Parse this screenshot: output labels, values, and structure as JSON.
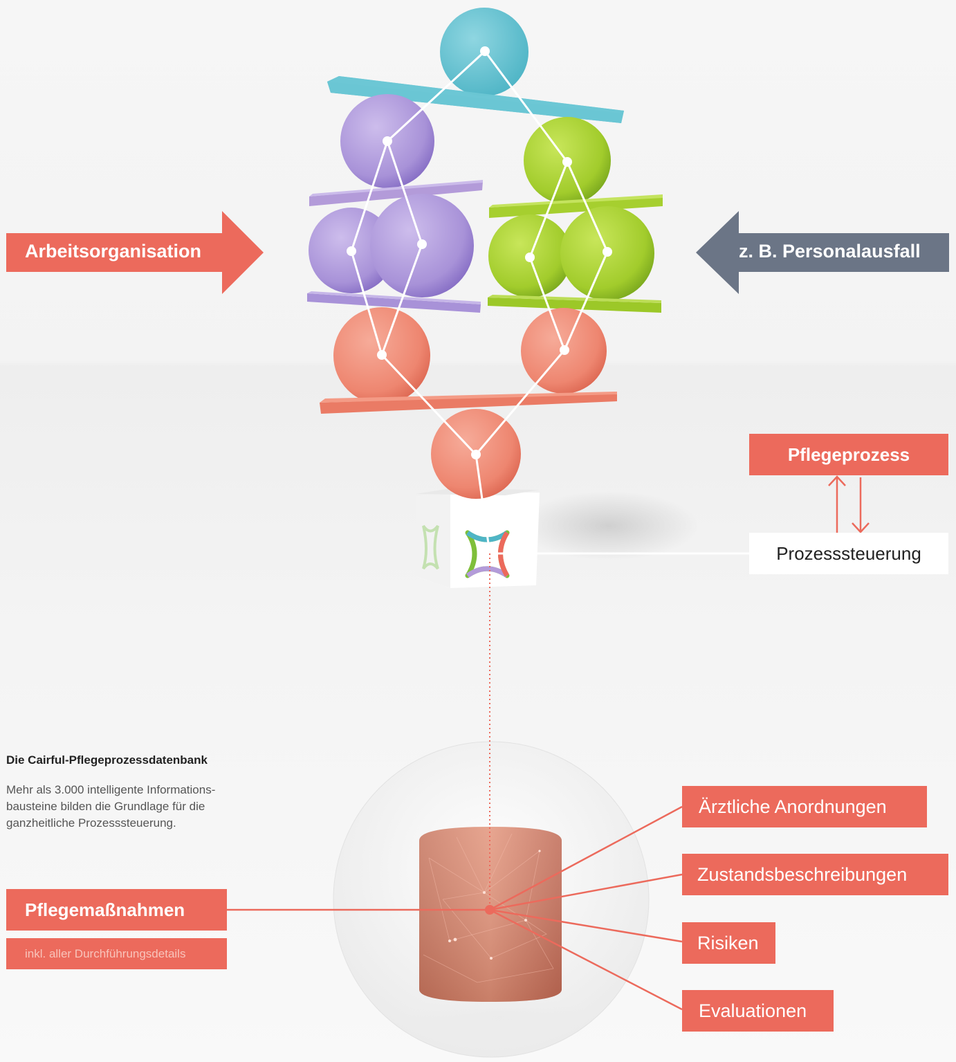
{
  "colors": {
    "coral": "#ec6a5c",
    "slate": "#6b7586",
    "teal": "#6cc6d4",
    "lavender": "#b39bd9",
    "lime": "#a6cf2f",
    "salmon": "#ee8772",
    "white": "#ffffff"
  },
  "arrows": {
    "left": {
      "label": "Arbeitsorganisation",
      "direction": "right"
    },
    "right": {
      "label": "z. B. Personalausfall",
      "direction": "left"
    }
  },
  "process": {
    "pflegeprozess": "Pflegeprozess",
    "prozesssteuerung": "Prozesssteuerung"
  },
  "database": {
    "title": "Die Cairful-Pflegeprozessdatenbank",
    "description_lines": [
      "Mehr als 3.000 intelligente Informations-",
      "bausteine bilden die Grundlage für die",
      "ganzheitliche Prozesssteuerung."
    ]
  },
  "measures": {
    "label": "Pflegemaßnahmen",
    "sub_label": "inkl. aller Durchführungsdetails"
  },
  "categories": [
    "Ärztliche Anordnungen",
    "Zustandsbeschreibungen",
    "Risiken",
    "Evaluationen"
  ],
  "icons": [
    "cairful-logo-icon",
    "database-cylinder-icon"
  ]
}
